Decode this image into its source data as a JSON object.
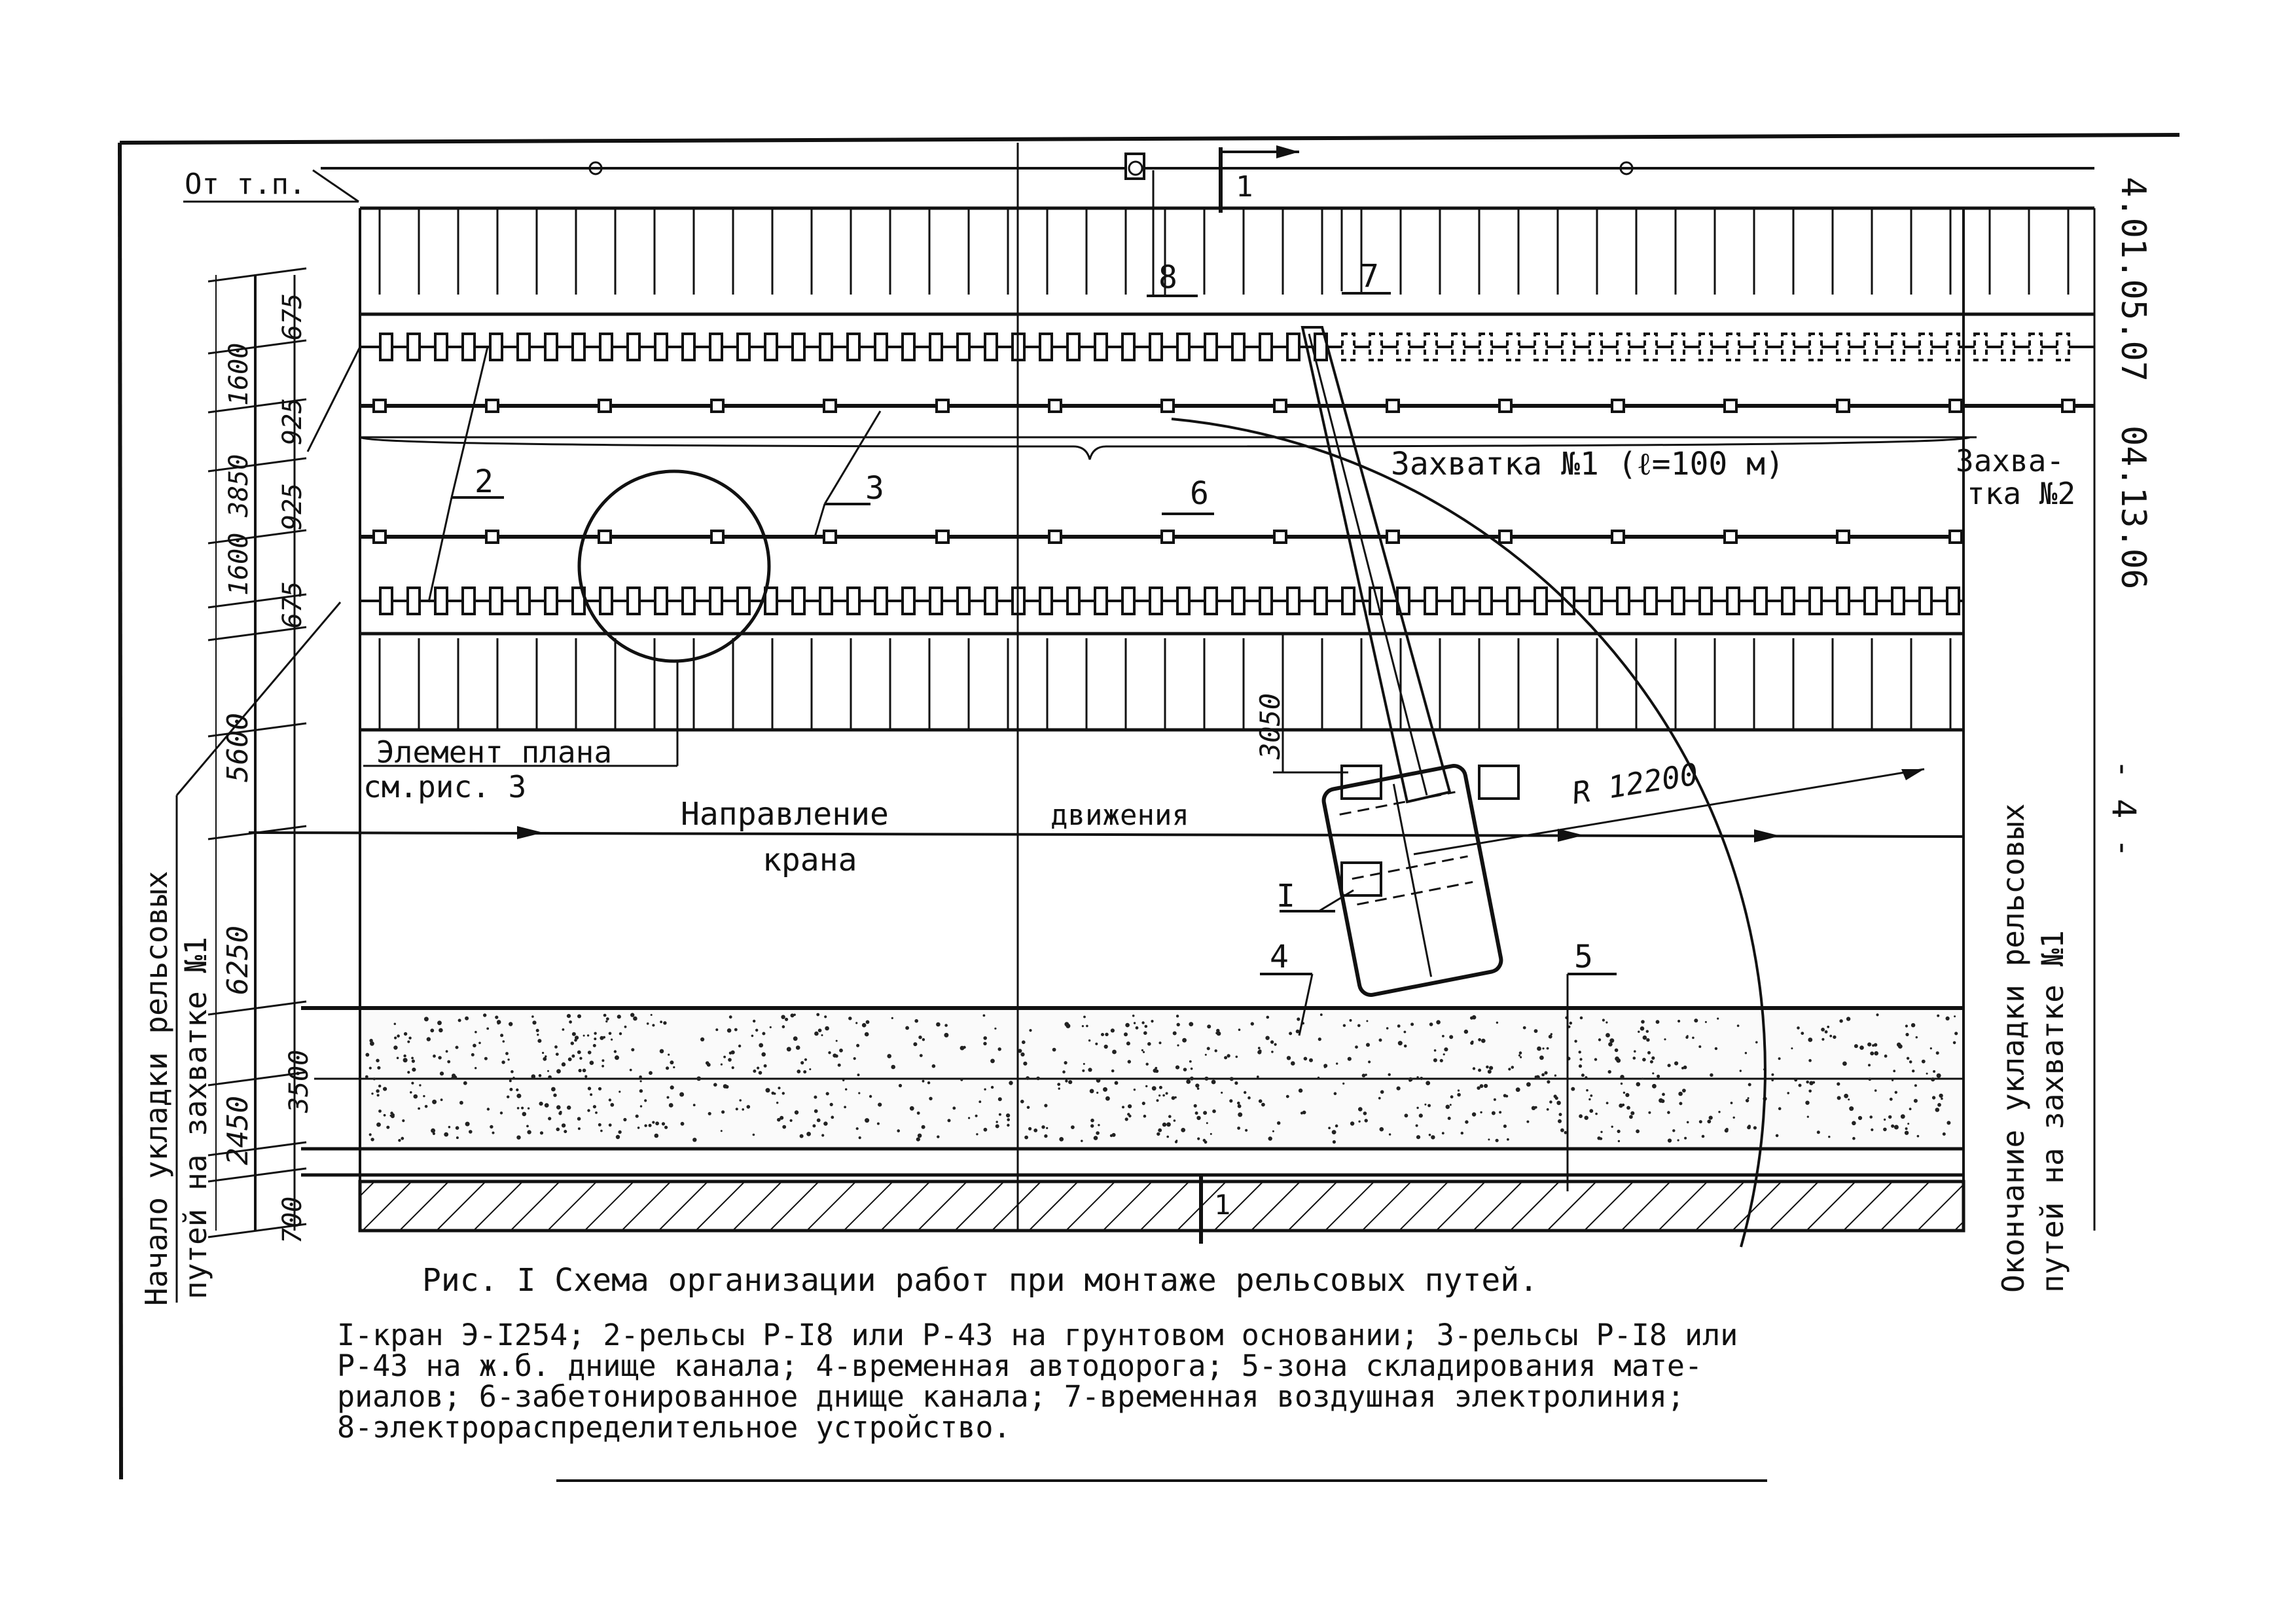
{
  "from_label": "От т.п.",
  "doc_code_1": "4.01.05.07",
  "doc_code_2": "04.13.06",
  "page_number": "- 4 -",
  "callouts": {
    "c1_top": "1",
    "c1_bottom": "1",
    "c2": "2",
    "c3": "3",
    "c4": "4",
    "c5": "5",
    "c6": "6",
    "c7": "7",
    "c8": "8",
    "cI": "I"
  },
  "grip1": "Захватка №1 (ℓ=100 м)",
  "grip2_line1": "Захва-",
  "grip2_line2": "тка №2",
  "plan_element_line1": "Элемент плана",
  "plan_element_line2": "см.рис. 3",
  "crane_direction_1": "Направление",
  "crane_direction_2": "движения",
  "crane_direction_3": "крана",
  "radius": "R 12200",
  "dim_3050": "3050",
  "dims_left": {
    "d675a": "675",
    "d1600a": "1600",
    "d925a": "925",
    "d3850": "3850",
    "d925b": "925",
    "d1600b": "1600",
    "d675b": "675",
    "d5600": "5600",
    "d6250": "6250",
    "d3500": "3500",
    "d2450": "2450",
    "d700": "700"
  },
  "start_label_1": "Начало укладки рельсовых",
  "start_label_2": "путей на захватке №1",
  "end_label_1": "Окончание укладки рельсовых",
  "end_label_2": "путей на захватке №1",
  "caption_title": "Рис. I   Схема организации работ при монтаже рельсовых путей.",
  "legend_line1": "I-кран Э-I254;   2-рельсы Р-I8 или Р-43 на грунтовом основании;   3-рельсы Р-I8 или",
  "legend_line2": "Р-43 на ж.б. днище канала;   4-временная автодорога;   5-зона складирования мате-",
  "legend_line3": "риалов;   6-забетонированное днище канала;   7-временная воздушная электролиния;",
  "legend_line4": "8-электрораспределительное устройство."
}
